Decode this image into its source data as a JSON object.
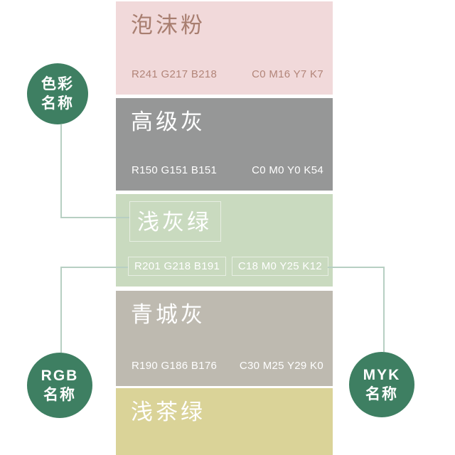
{
  "palette": {
    "swatches": [
      {
        "name": "泡沫粉",
        "rgb": "R241 G217 B218",
        "cmyk": "C0 M16 Y7 K7",
        "bg": "#F1D9DA",
        "title_color": "#A87E70",
        "value_color": "#B28579"
      },
      {
        "name": "高级灰",
        "rgb": "R150 G151 B151",
        "cmyk": "C0 M0 Y0 K54",
        "bg": "#969797",
        "title_color": "#FFFFFF",
        "value_color": "#FFFFFF"
      },
      {
        "name": "浅灰绿",
        "rgb": "R201 G218 B191",
        "cmyk": "C18 M0 Y25 K12",
        "bg": "#C9DABF",
        "title_color": "#FFFFFF",
        "value_color": "#FFFFFF"
      },
      {
        "name": "青城灰",
        "rgb": "R190 G186 B176",
        "cmyk": "C30 M25 Y29 K0",
        "bg": "#BEBAB0",
        "title_color": "#FFFFFF",
        "value_color": "#FFFFFF"
      },
      {
        "name": "浅茶绿",
        "bg": "#DAD398",
        "title_color": "#FFFFFF"
      }
    ]
  },
  "legend": {
    "color_name_badge": {
      "line1": "色彩",
      "line2": "名称"
    },
    "rgb_badge": {
      "line1": "RGB",
      "line2": "名称"
    },
    "myk_badge": {
      "line1": "MYK",
      "line2": "名称"
    },
    "badge_color": "#3E7F62",
    "connector_color": "#B7CFC2"
  }
}
